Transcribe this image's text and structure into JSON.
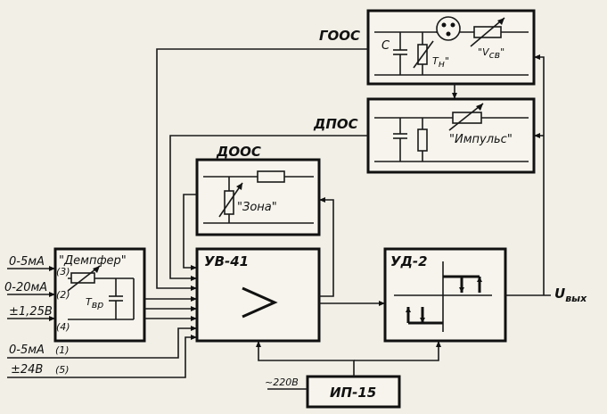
{
  "blocks": {
    "goos": "ГООС",
    "dpos": "ДПОС",
    "doos": "ДООС",
    "uv41": "УВ-41",
    "ud2": "УД-2",
    "ip15": "ИП-15"
  },
  "labels": {
    "c": "C",
    "tn": "T",
    "tn_sub": "н",
    "tn_quote": "\"",
    "vsv": "\"V",
    "vsv_sub": "св",
    "vsv_quote": "\"",
    "impuls": "\"Импульс\"",
    "zona": "\"Зона\"",
    "dempfer": "\"Демпфер\"",
    "tdr": "T",
    "tdr_sub": "вр",
    "output": "U",
    "output_sub": "вых",
    "supply": "~220В",
    "comparator_symbol": ">"
  },
  "inputs": [
    {
      "range": "0-5мА",
      "pin": "(3)"
    },
    {
      "range": "0-20мА",
      "pin": "(2)"
    },
    {
      "range": "±1,25В",
      "pin": "(4)"
    },
    {
      "range": "0-5мА",
      "pin": "(1)"
    },
    {
      "range": "±24В",
      "pin": "(5)"
    }
  ]
}
